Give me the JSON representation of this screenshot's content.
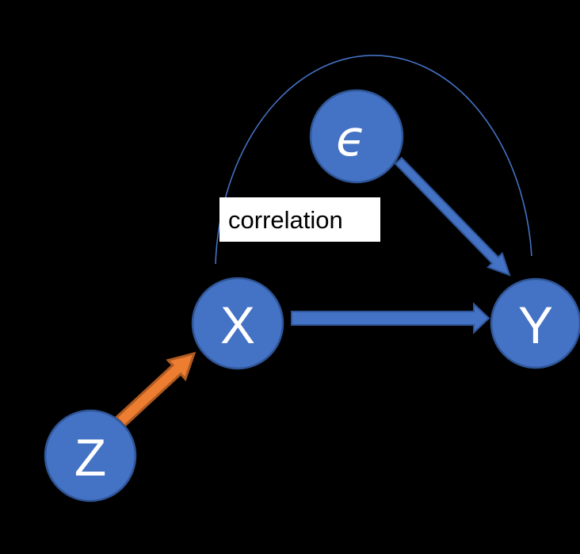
{
  "diagram": {
    "type": "causal-dag",
    "nodes": [
      {
        "id": "epsilon",
        "label": "ϵ"
      },
      {
        "id": "x",
        "label": "X"
      },
      {
        "id": "y",
        "label": "Y"
      },
      {
        "id": "z",
        "label": "Z"
      }
    ],
    "edges": [
      {
        "from": "z",
        "to": "x",
        "style": "block-arrow",
        "color": "#ED7D31"
      },
      {
        "from": "x",
        "to": "y",
        "style": "block-arrow",
        "color": "#4472C4"
      },
      {
        "from": "epsilon",
        "to": "y",
        "style": "block-arrow",
        "color": "#4472C4"
      },
      {
        "between": [
          "x",
          "y"
        ],
        "style": "thin-arc",
        "color": "#4472C4",
        "label": "correlation"
      }
    ],
    "annotation": {
      "label": "correlation"
    },
    "colors": {
      "background": "#000000",
      "node_fill": "#4472C4",
      "node_border": "#2F5597",
      "node_text": "#FFFFFF",
      "blue_arrow_fill": "#4472C4",
      "blue_arrow_border": "#2F5597",
      "orange_arrow_fill": "#ED7D31",
      "orange_arrow_border": "#AE5A21",
      "arc": "#4472C4",
      "label_bg": "#FFFFFF",
      "label_text": "#000000"
    }
  }
}
